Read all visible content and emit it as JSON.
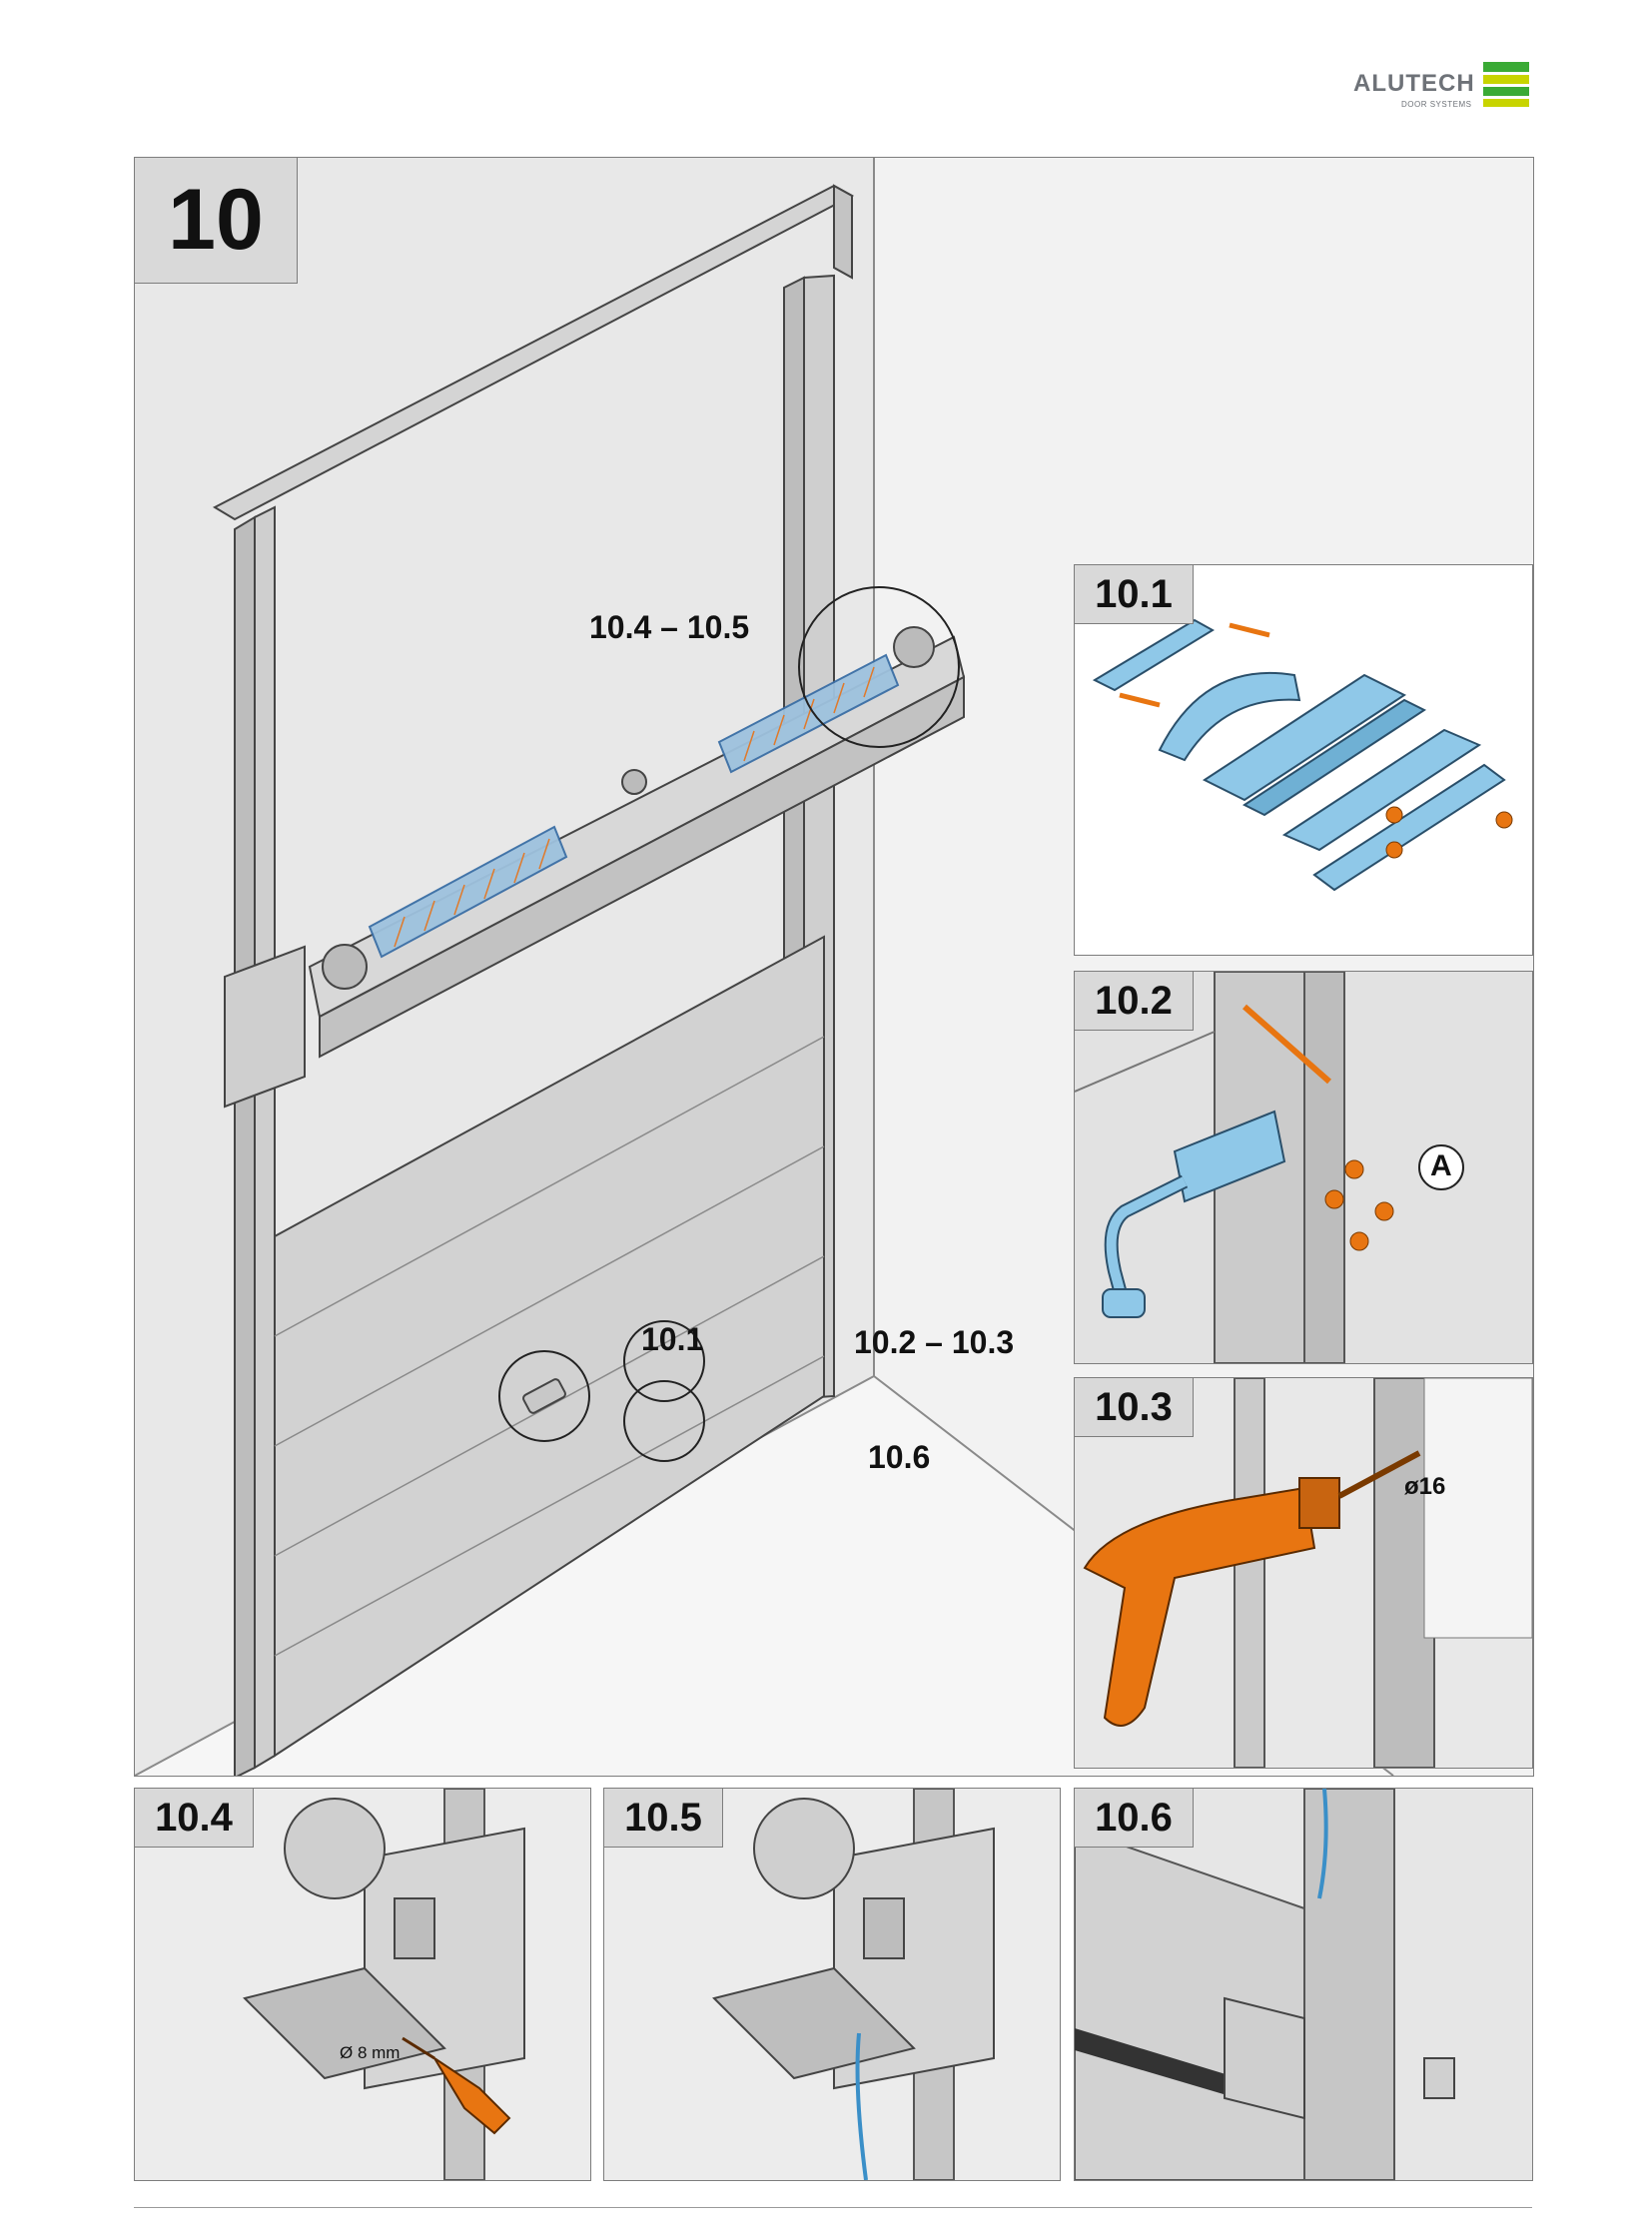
{
  "brand": {
    "name": "ALUTECH",
    "tagline": "DOOR SYSTEMS",
    "colors": {
      "green": "#3aaa35",
      "lime": "#c8d400",
      "text": "#6e7278"
    }
  },
  "main": {
    "step_number": "10",
    "callouts": {
      "springs": "10.4 – 10.5",
      "handle": "10.1",
      "lock": "10.2 – 10.3",
      "bottom": "10.6"
    }
  },
  "details": {
    "d101": {
      "label": "10.1"
    },
    "d102": {
      "label": "10.2",
      "marker": "A"
    },
    "d103": {
      "label": "10.3",
      "drill_size": "ø16"
    },
    "d104": {
      "label": "10.4",
      "drill_size": "Ø 8 mm"
    },
    "d105": {
      "label": "10.5"
    },
    "d106": {
      "label": "10.6"
    }
  },
  "colors": {
    "panel_gray": "#d0d0d0",
    "wall_gray": "#e6e6e6",
    "part_blue": "#8fc8e8",
    "tool_orange": "#e87511",
    "outline": "#333333"
  }
}
